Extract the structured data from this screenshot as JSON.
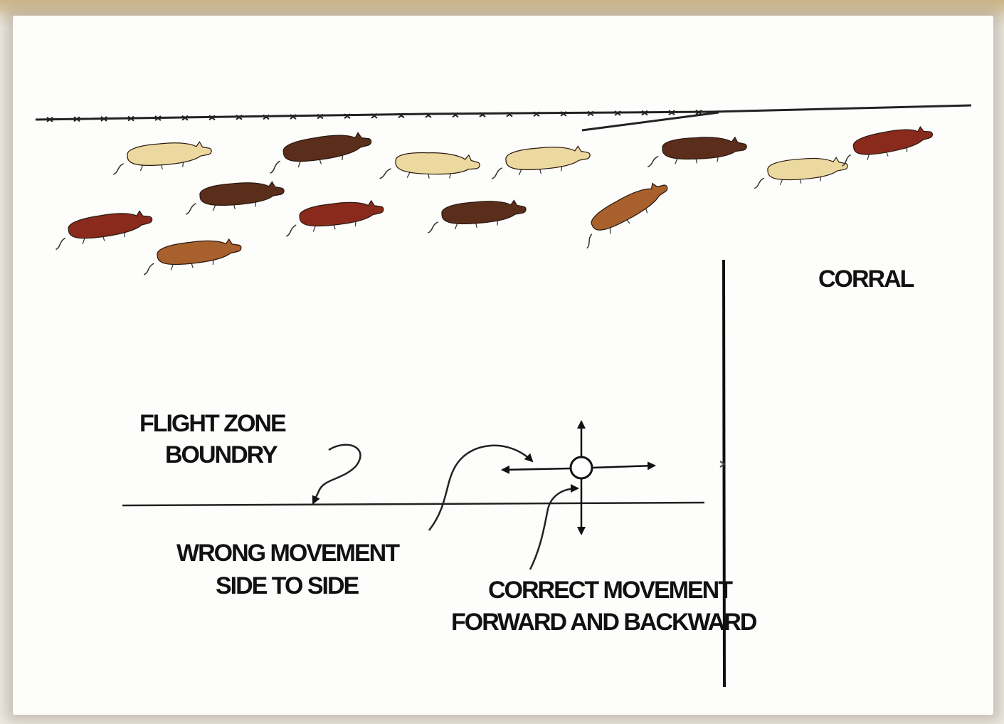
{
  "labels": {
    "corral": "CORRAL",
    "flight_zone_line1": "FLIGHT ZONE",
    "flight_zone_line2": "BOUNDRY",
    "wrong_line1": "WRONG MOVEMENT",
    "wrong_line2": "SIDE TO SIDE",
    "correct_line1": "CORRECT MOVEMENT",
    "correct_line2": "FORWARD AND BACKWARD"
  },
  "colors": {
    "cream": "#ecd9a0",
    "dark_brown": "#5a2e1a",
    "red_brown": "#8a2a1c",
    "tan_brown": "#a8602c",
    "ink": "#111111"
  },
  "cattle": [
    {
      "color": "cream"
    },
    {
      "color": "dark_brown"
    },
    {
      "color": "cream"
    },
    {
      "color": "cream"
    },
    {
      "color": "dark_brown"
    },
    {
      "color": "cream"
    },
    {
      "color": "red_brown"
    },
    {
      "color": "dark_brown"
    },
    {
      "color": "red_brown"
    },
    {
      "color": "red_brown"
    },
    {
      "color": "dark_brown"
    },
    {
      "color": "tan_brown"
    },
    {
      "color": "tan_brown"
    }
  ]
}
